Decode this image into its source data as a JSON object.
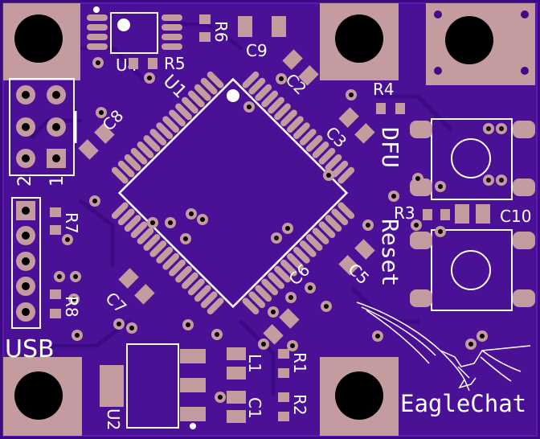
{
  "board_name": "EagleChat",
  "connector_label": "USB",
  "button_labels": {
    "dfu": "DFU",
    "reset": "Reset"
  },
  "header_pins": {
    "left": "2",
    "right": "1"
  },
  "designators": {
    "U1": "U1",
    "U2": "U2",
    "U4": "U4",
    "R1": "R1",
    "R2": "R2",
    "R3": "R3",
    "R4": "R4",
    "R5": "R5",
    "R6": "R6",
    "R7": "R7",
    "R8": "R8",
    "C1": "C1",
    "C2": "C2",
    "C3": "C3",
    "C5": "C5",
    "C6": "C6",
    "C7": "C7",
    "C8": "C8",
    "C9": "C9",
    "C10": "C10",
    "L1": "L1"
  },
  "colors": {
    "board": "#400b8a",
    "board_light": "#5416a6",
    "trace": "#3a0880",
    "pad": "#c49b9e",
    "silkscreen": "#ffffff",
    "drill": "#000000"
  }
}
